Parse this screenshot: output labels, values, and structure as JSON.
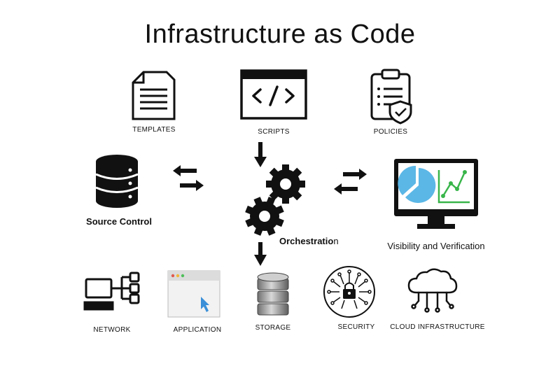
{
  "title": "Infrastructure as Code",
  "top_inputs": {
    "templates": "TEMPLATES",
    "scripts": "SCRIPTS",
    "policies": "POLICIES"
  },
  "middle": {
    "source_control": "Source Control",
    "orchestration_main": "Orchestratio",
    "orchestration_tail": "n",
    "visibility": "Visibility and Verification"
  },
  "outputs": {
    "network": "NETWORK",
    "application": "APPLICATION",
    "storage": "STORAGE",
    "security": "SECURITY",
    "cloud": "CLOUD INFRASTRUCTURE"
  },
  "colors": {
    "ink": "#111111",
    "pie_blue": "#5bb7e6",
    "chart_green": "#39b54a",
    "window_bar": "#dcdcdc",
    "cursor_blue": "#3a8fd8"
  }
}
